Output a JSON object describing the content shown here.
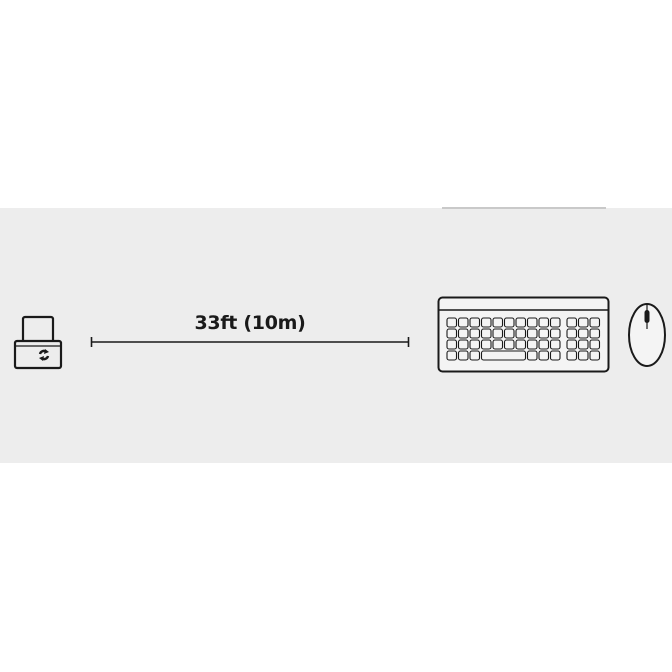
{
  "diagram": {
    "range_label": "33ft (10m)",
    "nodes": [
      {
        "id": "receiver",
        "icon": "usb-receiver-icon"
      },
      {
        "id": "keyboard",
        "icon": "keyboard-icon"
      },
      {
        "id": "mouse",
        "icon": "mouse-icon"
      }
    ],
    "colors": {
      "band": "#ededed",
      "stroke": "#1a1a1a",
      "background": "#ffffff"
    }
  }
}
